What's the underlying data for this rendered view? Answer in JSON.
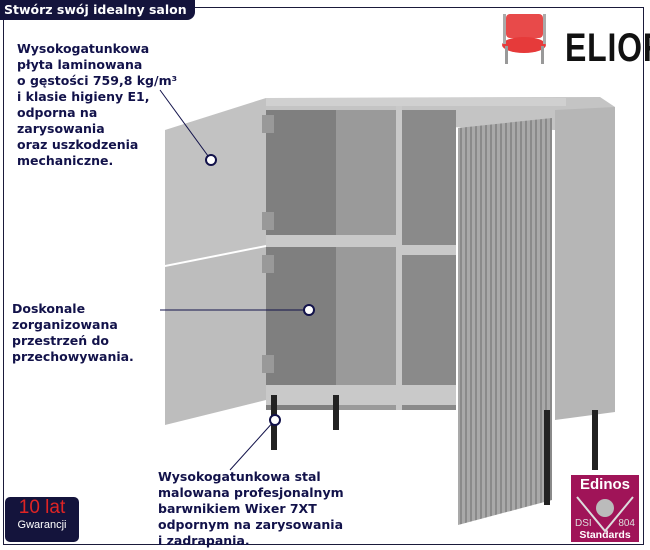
{
  "header": {
    "title": "Stwórz swój idealny salon"
  },
  "brand": {
    "name": "ELIOR",
    "icon": "chair-icon"
  },
  "notes": [
    "Wysokogatunkowa\npłyta laminowana\no gęstości 759,8 kg/m³\ni klasie higieny E1,\nodporna na\nzarysowania\noraz uszkodzenia\nmechaniczne.",
    "Doskonale\nzorganizowana\nprzestrzeń do\nprzechowywania.",
    "Wysokogatunkowa stal\nmalowana profesjonalnym\nbarwnikiem Wixer 7XT\nodpornym na zarysowania\ni zadrapania."
  ],
  "warranty": {
    "years": "10 lat",
    "label": "Gwarancji"
  },
  "edinos": {
    "title": "Edinos",
    "left": "DSI",
    "right": "804",
    "bottom": "Standards"
  },
  "colors": {
    "navy": "#14143c",
    "accent": "#a01458"
  }
}
